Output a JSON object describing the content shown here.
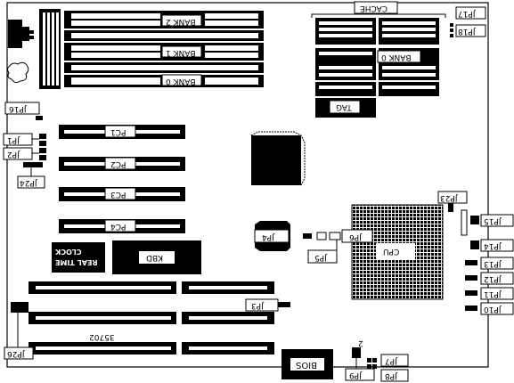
{
  "board": {
    "model": "35702",
    "marker_2": "2"
  },
  "memory": {
    "banks": [
      "BANK 2",
      "BANK 1",
      "BANK 0"
    ],
    "cache_label": "CACHE",
    "cache_bank_label": "BANK 0",
    "tag_label": "TAG"
  },
  "slots": {
    "pc": [
      "PC1",
      "PC2",
      "PC3",
      "PC4"
    ]
  },
  "chips": {
    "cpu": "CPU",
    "kbd": "KBD",
    "bios": "BIOS",
    "rtc_line1": "REAL TIME",
    "rtc_line2": "CLOCK"
  },
  "jumpers": {
    "jp1": "JP1",
    "jp2": "JP2",
    "jp3": "JP3",
    "jp4": "JP4",
    "jp5": "JP5",
    "jp6": "JP6",
    "jp7": "JP7",
    "jp8": "JP8",
    "jp9": "JP9",
    "jp10": "JP10",
    "jp11": "JP11",
    "jp12": "JP12",
    "jp13": "JP13",
    "jp14": "JP14",
    "jp15": "JP15",
    "jp16": "JP16",
    "jp17": "JP17",
    "jp18": "JP18",
    "jp23": "JP23",
    "jp24": "JP24",
    "jp26": "JP26"
  }
}
